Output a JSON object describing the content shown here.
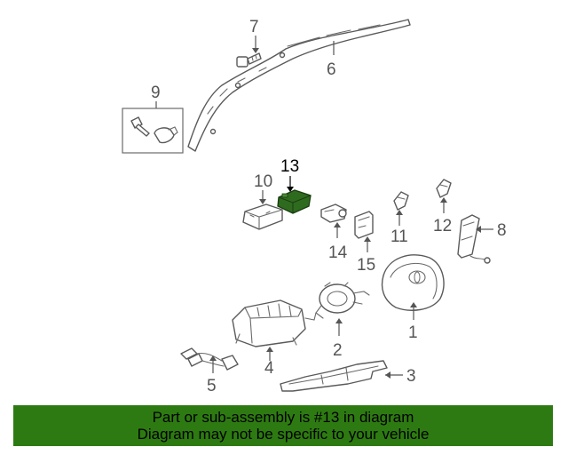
{
  "diagram": {
    "highlighted_part": "13",
    "callouts": {
      "p1": "1",
      "p2": "2",
      "p3": "3",
      "p4": "4",
      "p5": "5",
      "p6": "6",
      "p7": "7",
      "p8": "8",
      "p9": "9",
      "p10": "10",
      "p11": "11",
      "p12": "12",
      "p13": "13",
      "p14": "14",
      "p15": "15"
    }
  },
  "footer": {
    "line1": "Part or sub-assembly is #13 in diagram",
    "line2": "Diagram may not be specific to your vehicle",
    "background_color": "#2e7a12"
  }
}
